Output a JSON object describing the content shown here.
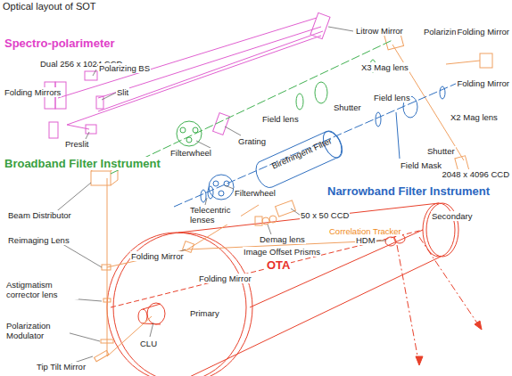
{
  "diagram": {
    "title": "Optical layout of SOT",
    "labels": [
      "Litrow Mirror",
      "Polarizing BS",
      "Folding Mirror",
      "Spectro-polarimeter",
      "Dual 256  x 1024 CCD",
      "Polarizing BS",
      "X3 Mag lens",
      "Folding Mirror",
      "Folding Mirrors",
      "Slit",
      "Shutter",
      "Field lens",
      "Field lens",
      "X2 Mag lens",
      "Grating",
      "Shutter",
      "Preslit",
      "Field Mask",
      "2048 x 4096 CCD",
      "Filterwheel",
      "Broadband Filter Instrument",
      "Filterwheel",
      "Birefringent Filter",
      "Narrowband Filter Instrument",
      "50 x 50 CCD",
      "Secondary",
      "Correlation Tracker",
      "Beam Distributor",
      "Telecentric lenses",
      "Demag lens",
      "HDM",
      "Reimaging Lens",
      "Image Offset Prisms",
      "Folding Mirror",
      "Folding Mirror",
      "OTA",
      "Astigmatism corrector lens",
      "Primary",
      "Polarization Modulator",
      "CLU",
      "Tip Tilt Mirror"
    ]
  }
}
